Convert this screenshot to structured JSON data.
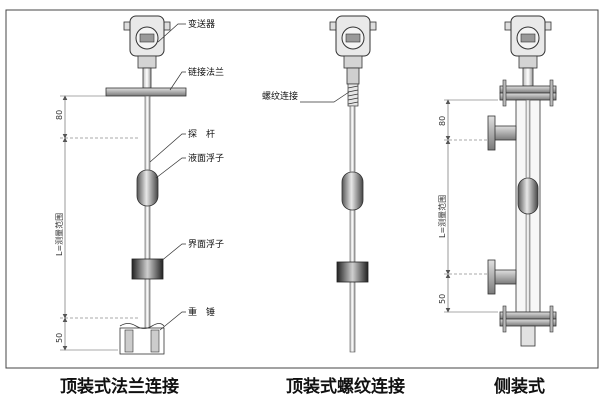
{
  "labels": {
    "transmitter": "变送器",
    "chain_flange": "链接法兰",
    "probe": "探　杆",
    "liquid_float": "液面浮子",
    "interface_float": "界面浮子",
    "weight": "重　锤",
    "thread_connection": "螺纹连接"
  },
  "dimensions": {
    "top_80_left": "80",
    "bottom_50_left": "50",
    "range_left": "L=测量范围",
    "top_80_right": "80",
    "bottom_50_right": "50",
    "range_right": "L=测量范围"
  },
  "captions": {
    "top_flange": "顶装式法兰连接",
    "top_thread": "顶装式螺纹连接",
    "side": "侧装式"
  }
}
